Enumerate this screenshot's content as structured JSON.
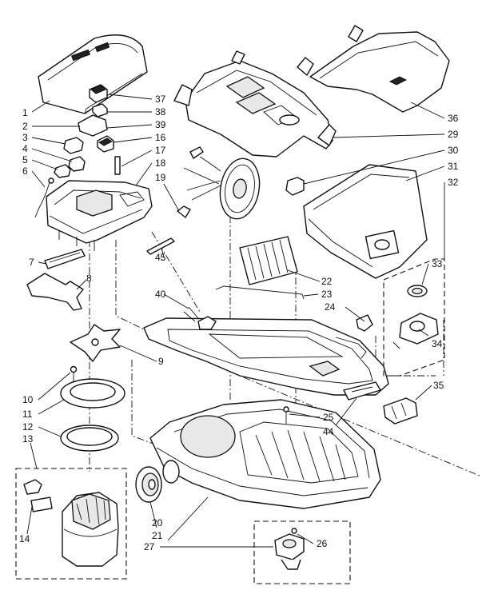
{
  "callouts": [
    {
      "id": "c1",
      "text": "1"
    },
    {
      "id": "c2",
      "text": "2"
    },
    {
      "id": "c3",
      "text": "3"
    },
    {
      "id": "c4",
      "text": "4"
    },
    {
      "id": "c5",
      "text": "5"
    },
    {
      "id": "c6",
      "text": "6"
    },
    {
      "id": "c7",
      "text": "7"
    },
    {
      "id": "c8",
      "text": "8"
    },
    {
      "id": "c9",
      "text": "9"
    },
    {
      "id": "c10",
      "text": "10"
    },
    {
      "id": "c11",
      "text": "11"
    },
    {
      "id": "c12",
      "text": "12"
    },
    {
      "id": "c13",
      "text": "13"
    },
    {
      "id": "c14",
      "text": "14"
    },
    {
      "id": "c16",
      "text": "16"
    },
    {
      "id": "c17",
      "text": "17"
    },
    {
      "id": "c18",
      "text": "18"
    },
    {
      "id": "c19",
      "text": "19"
    },
    {
      "id": "c20",
      "text": "20"
    },
    {
      "id": "c21",
      "text": "21"
    },
    {
      "id": "c22",
      "text": "22"
    },
    {
      "id": "c23",
      "text": "23"
    },
    {
      "id": "c24",
      "text": "24"
    },
    {
      "id": "c25",
      "text": "25"
    },
    {
      "id": "c26",
      "text": "26"
    },
    {
      "id": "c27",
      "text": "27"
    },
    {
      "id": "c29",
      "text": "29"
    },
    {
      "id": "c30",
      "text": "30"
    },
    {
      "id": "c31",
      "text": "31"
    },
    {
      "id": "c32",
      "text": "32"
    },
    {
      "id": "c33",
      "text": "33"
    },
    {
      "id": "c34",
      "text": "34"
    },
    {
      "id": "c35",
      "text": "35"
    },
    {
      "id": "c36",
      "text": "36"
    },
    {
      "id": "c37",
      "text": "37"
    },
    {
      "id": "c38",
      "text": "38"
    },
    {
      "id": "c39",
      "text": "39"
    },
    {
      "id": "c40",
      "text": "40"
    },
    {
      "id": "c44",
      "text": "44"
    },
    {
      "id": "c45",
      "text": "45"
    }
  ]
}
